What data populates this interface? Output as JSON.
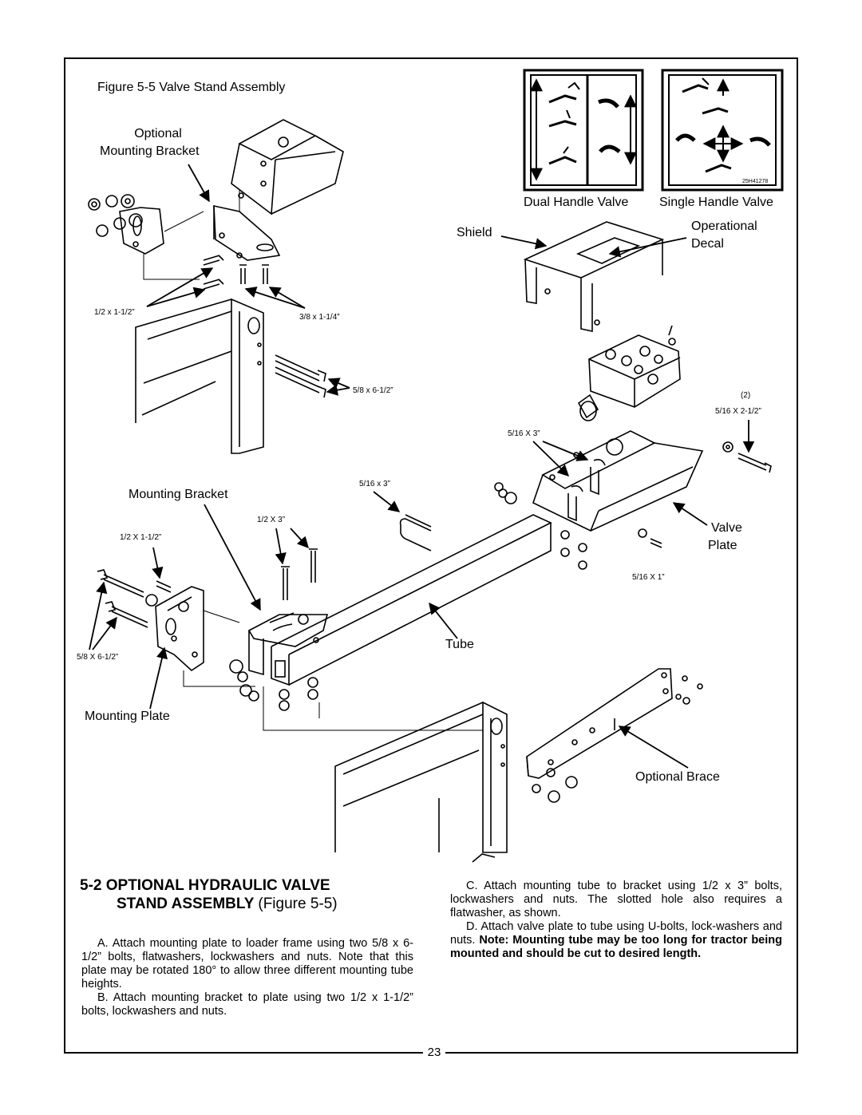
{
  "figure": {
    "caption": "Figure 5-5  Valve Stand Assembly",
    "labels": {
      "optional_mounting_bracket_1": "Optional",
      "optional_mounting_bracket_2": "Mounting Bracket",
      "bolt_half_x_1_5_top": "1/2 x 1-1/2”",
      "bolt_3_8_x_1_25": "3/8 x 1-1/4”",
      "bolt_5_8_x_6_5_top": "5/8 x 6-1/2”",
      "dual_handle_valve": "Dual Handle Valve",
      "single_handle_valve": "Single Handle Valve",
      "shield": "Shield",
      "operational_decal_1": "Operational",
      "operational_decal_2": "Decal",
      "qty_2": "(2)",
      "bolt_5_16_x_2_5": "5/16 X 2-1/2”",
      "ubolt_5_16_x_3_upper": "5/16 X 3”",
      "ubolt_5_16_x_3_lower": "5/16 x 3”",
      "mounting_bracket": "Mounting Bracket",
      "bolt_half_x_3": "1/2 X 3”",
      "bolt_half_x_1_5_bottom": "1/2 X 1-1/2”",
      "valve_plate_1": "Valve",
      "valve_plate_2": "Plate",
      "bolt_5_16_x_1": "5/16 X 1”",
      "tube": "Tube",
      "bolt_5_8_x_6_5_bottom": "5/8 X 6-1/2”",
      "mounting_plate": "Mounting Plate",
      "optional_brace": "Optional Brace",
      "decal_code": "25H41278"
    }
  },
  "section": {
    "number": "5-2",
    "title_line1": "OPTIONAL HYDRAULIC VALVE",
    "title_line2": "STAND ASSEMBLY",
    "title_fig": "(Figure 5-5)"
  },
  "steps": {
    "a": "A. Attach mounting plate to loader frame using two 5/8 x 6-1/2” bolts, flatwashers, lockwashers and nuts. Note that this plate may be rotated 180° to allow three different mounting tube heights.",
    "b": "B. Attach mounting bracket to plate using two 1/2 x 1-1/2” bolts, lockwashers and nuts.",
    "c": "C. Attach mounting tube to bracket using 1/2 x 3” bolts, lockwashers and nuts. The slotted hole also requires a flatwasher, as shown.",
    "d_plain": "D. Attach valve plate to tube using U-bolts, lock-washers and nuts.",
    "d_bold": "Note: Mounting tube may be too long for tractor being mounted and should be cut to desired length."
  },
  "page_number": "23"
}
